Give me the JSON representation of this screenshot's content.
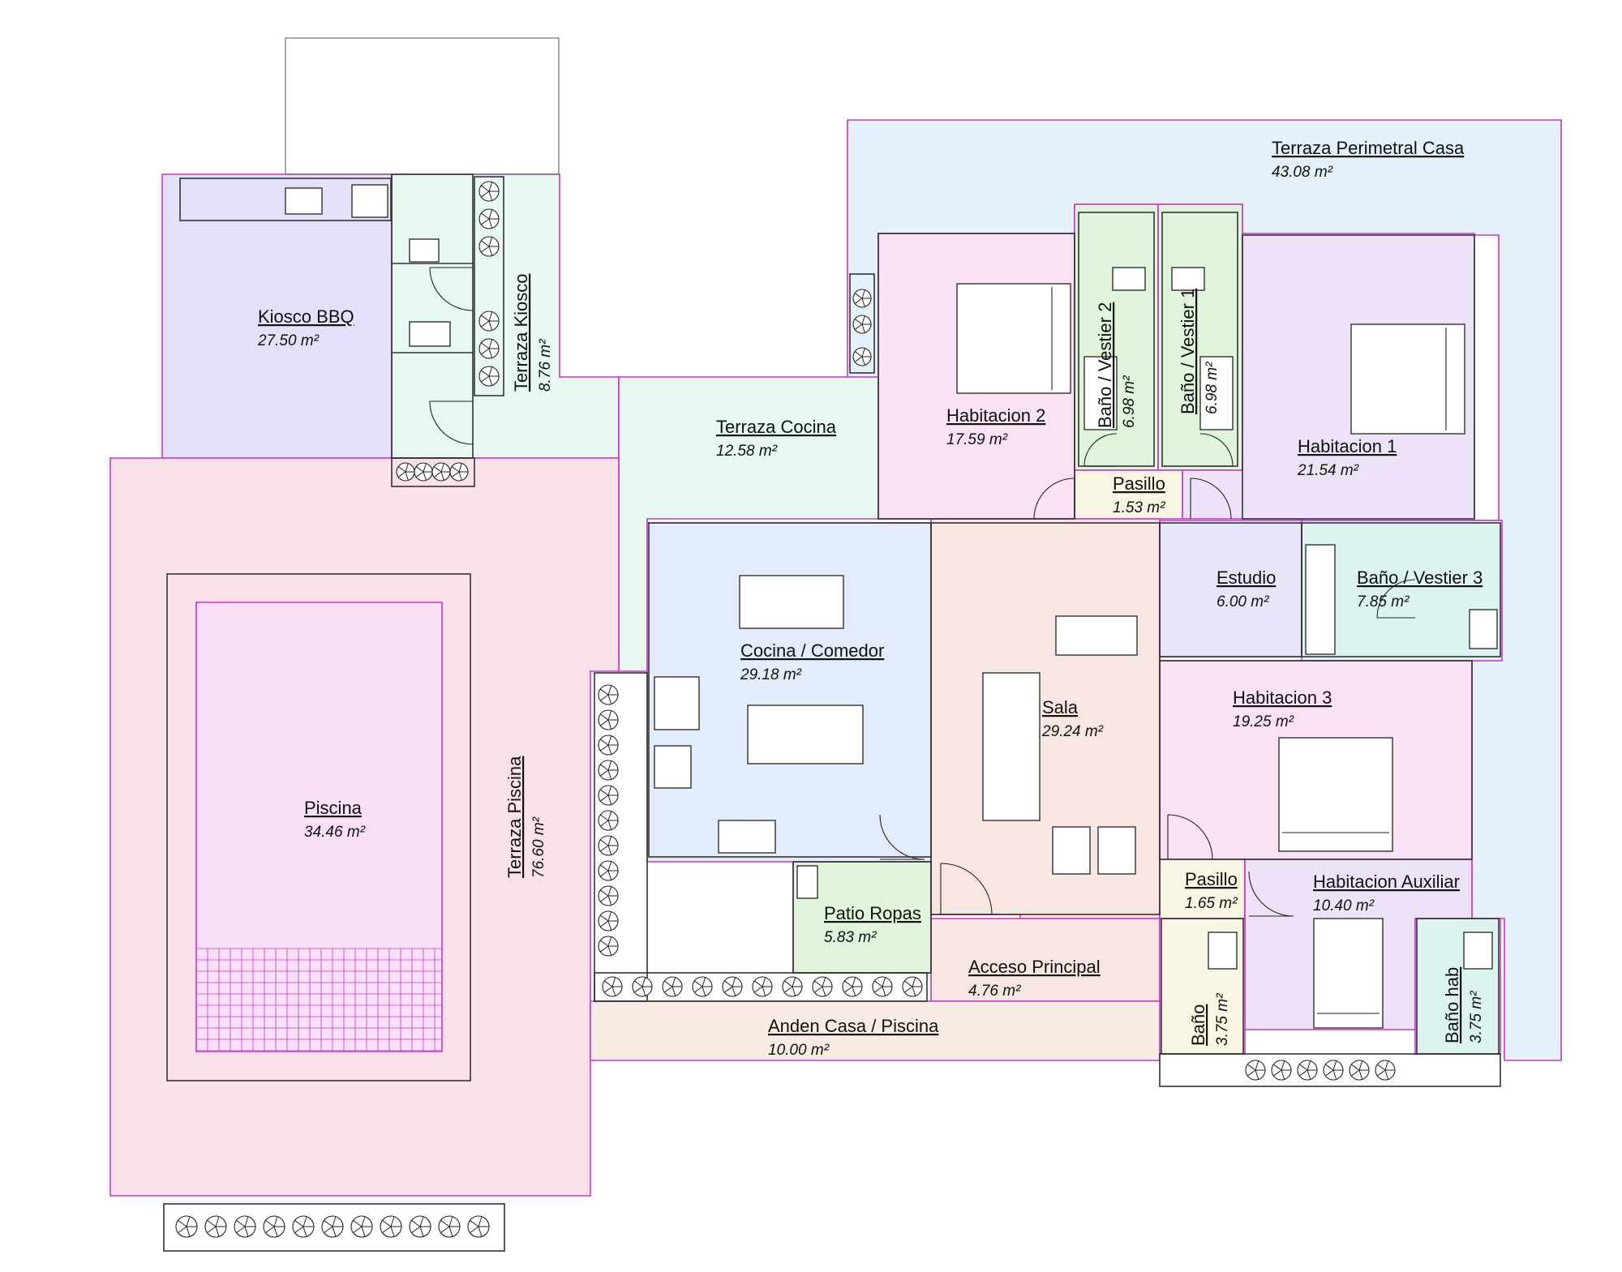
{
  "colors": {
    "perimeter_terrace": "#e4f1fa",
    "kiosk": "#e3e0fa",
    "terrace_green": "#e6f8ef",
    "pool_terrace": "#f8e2e8",
    "pool": "#f8e0f6",
    "kitchen": "#e2ecfa",
    "living": "#f8e6e2",
    "bedroom_pink": "#f8e2f4",
    "bedroom_purple": "#ede2f8",
    "bath_green": "#e0f4dc",
    "hall_yellow": "#f8f6e2",
    "walkway": "#f8ece4",
    "study": "#e6e6f8",
    "bath_teal": "#dcf4f0",
    "room_border": "#cc33cc"
  },
  "rooms": [
    {
      "id": "terraza-perimetral-casa",
      "name": "Terraza Perimetral Casa",
      "area": "43.08 m²",
      "vertical": false
    },
    {
      "id": "kiosco-bbq",
      "name": "Kiosco BBQ",
      "area": "27.50 m²",
      "vertical": false
    },
    {
      "id": "terraza-kiosco",
      "name": "Terraza Kiosco",
      "area": "8.76 m²",
      "vertical": true
    },
    {
      "id": "terraza-cocina",
      "name": "Terraza Cocina",
      "area": "12.58 m²",
      "vertical": false
    },
    {
      "id": "habitacion-2",
      "name": "Habitacion 2",
      "area": "17.59 m²",
      "vertical": false
    },
    {
      "id": "bano-vestier-2",
      "name": "Baño / Vestier 2",
      "area": "6.98 m²",
      "vertical": true
    },
    {
      "id": "bano-vestier-1",
      "name": "Baño / Vestier 1",
      "area": "6.98 m²",
      "vertical": true
    },
    {
      "id": "habitacion-1",
      "name": "Habitacion 1",
      "area": "21.54 m²",
      "vertical": false
    },
    {
      "id": "pasillo-1",
      "name": "Pasillo",
      "area": "1.53 m²",
      "vertical": false
    },
    {
      "id": "estudio",
      "name": "Estudio",
      "area": "6.00 m²",
      "vertical": false
    },
    {
      "id": "bano-vestier-3",
      "name": "Baño / Vestier 3",
      "area": "7.85 m²",
      "vertical": false
    },
    {
      "id": "cocina-comedor",
      "name": "Cocina / Comedor",
      "area": "29.18 m²",
      "vertical": false
    },
    {
      "id": "sala",
      "name": "Sala",
      "area": "29.24 m²",
      "vertical": false
    },
    {
      "id": "habitacion-3",
      "name": "Habitacion 3",
      "area": "19.25 m²",
      "vertical": false
    },
    {
      "id": "piscina",
      "name": "Piscina",
      "area": "34.46 m²",
      "vertical": false
    },
    {
      "id": "terraza-piscina",
      "name": "Terraza Piscina",
      "area": "76.60 m²",
      "vertical": true
    },
    {
      "id": "pasillo-2",
      "name": "Pasillo",
      "area": "1.65 m²",
      "vertical": false
    },
    {
      "id": "habitacion-auxiliar",
      "name": "Habitacion Auxiliar",
      "area": "10.40 m²",
      "vertical": false
    },
    {
      "id": "patio-ropas",
      "name": "Patio Ropas",
      "area": "5.83 m²",
      "vertical": false
    },
    {
      "id": "acceso-principal",
      "name": "Acceso Principal",
      "area": "4.76 m²",
      "vertical": false
    },
    {
      "id": "bano",
      "name": "Baño",
      "area": "3.75 m²",
      "vertical": true
    },
    {
      "id": "bano-hab",
      "name": "Baño hab",
      "area": "3.75 m²",
      "vertical": true
    },
    {
      "id": "anden-casa-piscina",
      "name": "Anden Casa / Piscina",
      "area": "10.00 m²",
      "vertical": false
    }
  ]
}
